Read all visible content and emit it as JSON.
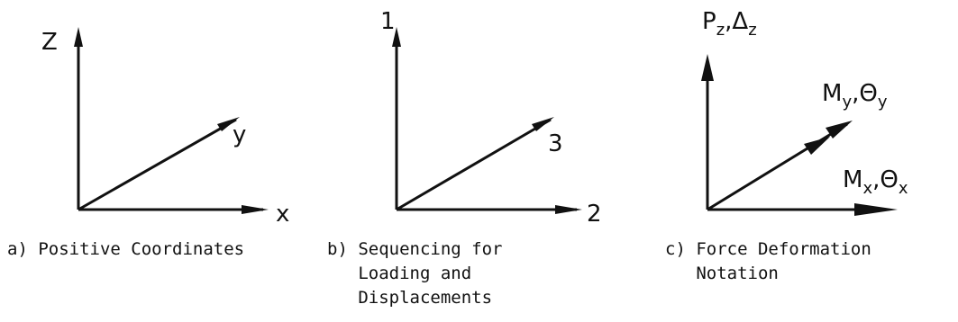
{
  "panels": [
    {
      "name": "positive-coordinates",
      "axis_labels": {
        "vertical": "Z",
        "diagonal": "y",
        "horizontal": "x"
      },
      "caption": [
        "a) Positive Coordinates"
      ]
    },
    {
      "name": "sequencing",
      "axis_labels": {
        "vertical": "1",
        "diagonal": "3",
        "horizontal": "2"
      },
      "caption": [
        "b) Sequencing for",
        "   Loading and",
        "   Displacements"
      ]
    },
    {
      "name": "force-deformation",
      "axis_labels": {
        "vertical_main": "P",
        "vertical_sub1": "z",
        "vertical_sep": ",Δ",
        "vertical_sub2": "z",
        "diagonal_main": "M",
        "diagonal_sub1": "y",
        "diagonal_sep": ",Θ",
        "diagonal_sub2": "y",
        "horizontal_main": "M",
        "horizontal_sub1": "x",
        "horizontal_sep": ",Θ",
        "horizontal_sub2": "x"
      },
      "caption": [
        "c) Force Deformation",
        "   Notation"
      ]
    }
  ]
}
